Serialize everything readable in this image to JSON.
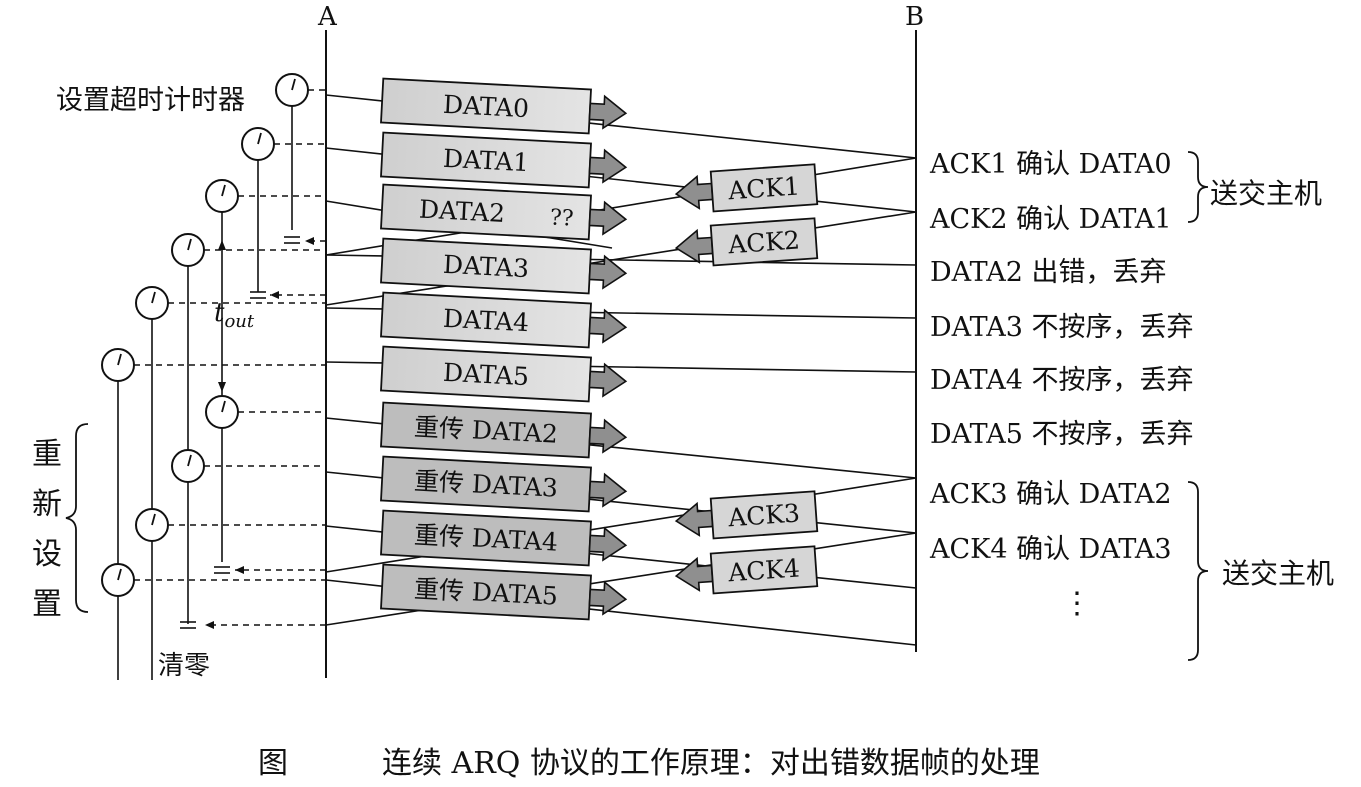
{
  "stations": {
    "a": "A",
    "b": "B"
  },
  "timer_label": "设置超时计时器",
  "data_frames": [
    "DATA0",
    "DATA1",
    "DATA2",
    "DATA3",
    "DATA4",
    "DATA5",
    "重传 DATA2",
    "重传 DATA3",
    "重传 DATA4",
    "重传 DATA5"
  ],
  "error_mark": "??",
  "ack_frames": [
    "ACK1",
    "ACK2",
    "ACK3",
    "ACK4"
  ],
  "receiver_events": [
    "ACK1 确认 DATA0",
    "ACK2 确认 DATA1",
    "DATA2 出错，丢弃",
    "DATA3 不按序，丢弃",
    "DATA4 不按序，丢弃",
    "DATA5 不按序，丢弃",
    "ACK3 确认 DATA2",
    "ACK4 确认 DATA3"
  ],
  "deliver_label": "送交主机",
  "ellipsis": "⋮",
  "reset_label": [
    "重",
    "新",
    "设",
    "置"
  ],
  "clear_label": "清零",
  "timeout_label": {
    "base": "t",
    "sub": "out"
  },
  "caption": {
    "prefix": "图",
    "text": "连续 ARQ 协议的工作原理：对出错数据帧的处理"
  },
  "colors": {
    "frame_fill": "#d6d6d6",
    "frame_dark": "#8f8f8f",
    "line": "#111111"
  }
}
